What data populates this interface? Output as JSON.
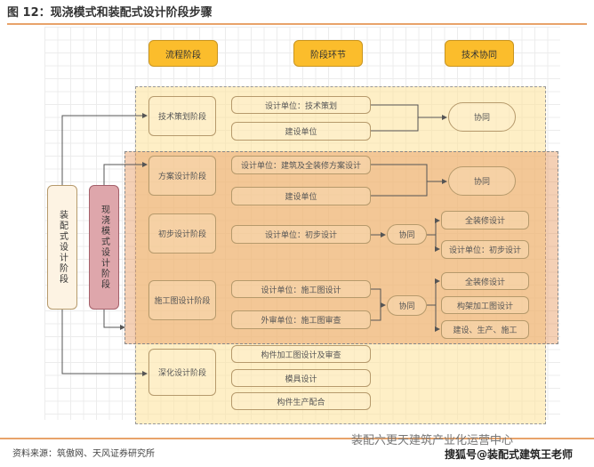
{
  "title": "图 12：现浇模式和装配式设计阶段步骤",
  "headers": [
    "流程阶段",
    "阶段环节",
    "技术协同"
  ],
  "left_boxes": [
    "装配式设计阶段",
    "现浇模式设计阶段"
  ],
  "stages": [
    "技术策划阶段",
    "方案设计阶段",
    "初步设计阶段",
    "施工图设计阶段",
    "深化设计阶段"
  ],
  "steps": [
    "设计单位：技术策划",
    "建设单位",
    "设计单位：建筑及全装修方案设计",
    "建设单位",
    "设计单位：初步设计",
    "设计单位：施工图设计",
    "外审单位：施工图审查",
    "构件加工图设计及审查",
    "模具设计",
    "构件生产配合"
  ],
  "collab": [
    "协同",
    "协同",
    "协同",
    "协同"
  ],
  "outputs": [
    "全装修设计",
    "设计单位：初步设计",
    "全装修设计",
    "构架加工图设计",
    "建设、生产、施工"
  ],
  "source": "资料来源：筑傲网、天风证券研究所",
  "watermark1": "装配六更天建筑产业化运营中心",
  "watermark2": "搜狐号@装配式建筑王老师"
}
